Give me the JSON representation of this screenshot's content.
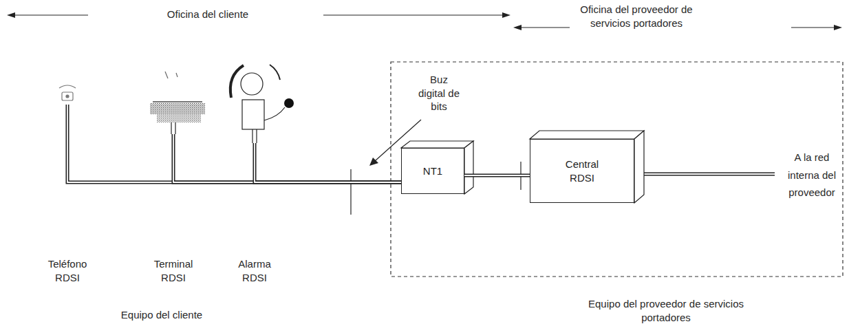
{
  "diagram": {
    "nodes": [
      {
        "text": [
          "Teléfono RDSI"
        ]
      },
      {
        "text": [
          "Terminal RDSI"
        ]
      },
      {
        "text": [
          "Alarma RDSI"
        ]
      },
      {
        "text": [
          "NT1"
        ]
      },
      {
        "text": [
          "Central RDSI"
        ]
      }
    ],
    "edges": [
      {
        "from": 0,
        "to": 3,
        "arrow": "none"
      },
      {
        "from": 1,
        "to": 3,
        "arrow": "none"
      },
      {
        "from": 2,
        "to": 3,
        "arrow": "none"
      },
      {
        "from": 3,
        "to": 4,
        "arrow": "none"
      }
    ],
    "labels": [
      "Oficina del cliente",
      "Oficina del proveedor de servicios portadores",
      "Buz digital de bits",
      "A la red interna del proveedor",
      "Equipo del cliente",
      "Equipo del proveedor de servicios portadores"
    ]
  }
}
